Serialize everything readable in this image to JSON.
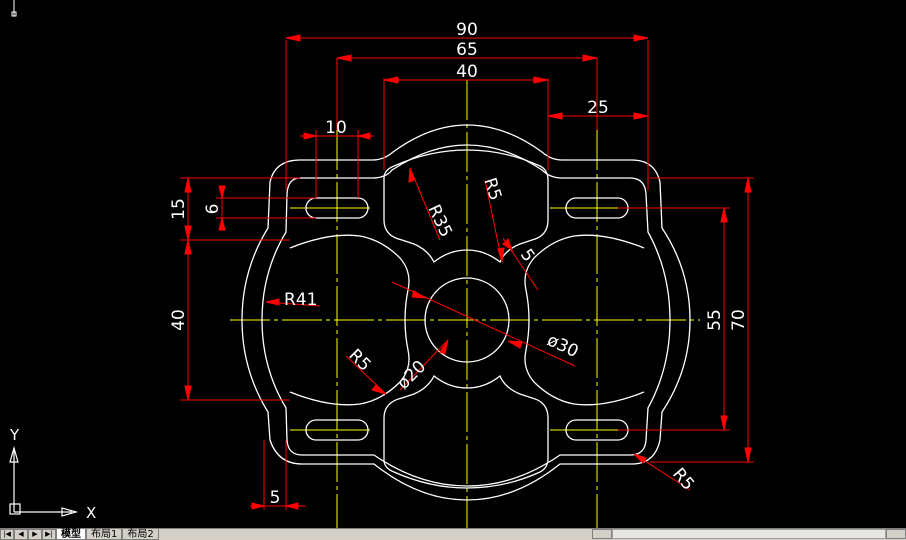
{
  "drawing": {
    "dimensions": {
      "overall_width": "90",
      "slot_center_spacing": "65",
      "top_arc_width": "40",
      "slot_length": "10",
      "right_offset": "25",
      "left_upper_height": "15",
      "slot_width": "6",
      "left_middle_height": "40",
      "right_inner_height": "55",
      "right_outer_height": "70",
      "bottom_left_offset": "5",
      "radius_top_arc": "R35",
      "radius_upper_fillet": "R5",
      "fillet_gap": "5",
      "radius_outer_left": "R41",
      "radius_lower_fillet": "R5",
      "diameter_inner": "ø20",
      "diameter_boss": "ø30",
      "radius_corner": "R5"
    },
    "colors": {
      "background": "#000000",
      "object_line": "#ffffff",
      "dimension_line": "#ff0000",
      "center_line": "#ffff00"
    }
  },
  "ucs": {
    "x_label": "X",
    "y_label": "Y"
  },
  "layout_tabs": {
    "nav_buttons": [
      "|◀",
      "◀",
      "▶",
      "▶|"
    ],
    "tabs": [
      "模型",
      "布局1",
      "布局2"
    ],
    "active": "模型"
  }
}
